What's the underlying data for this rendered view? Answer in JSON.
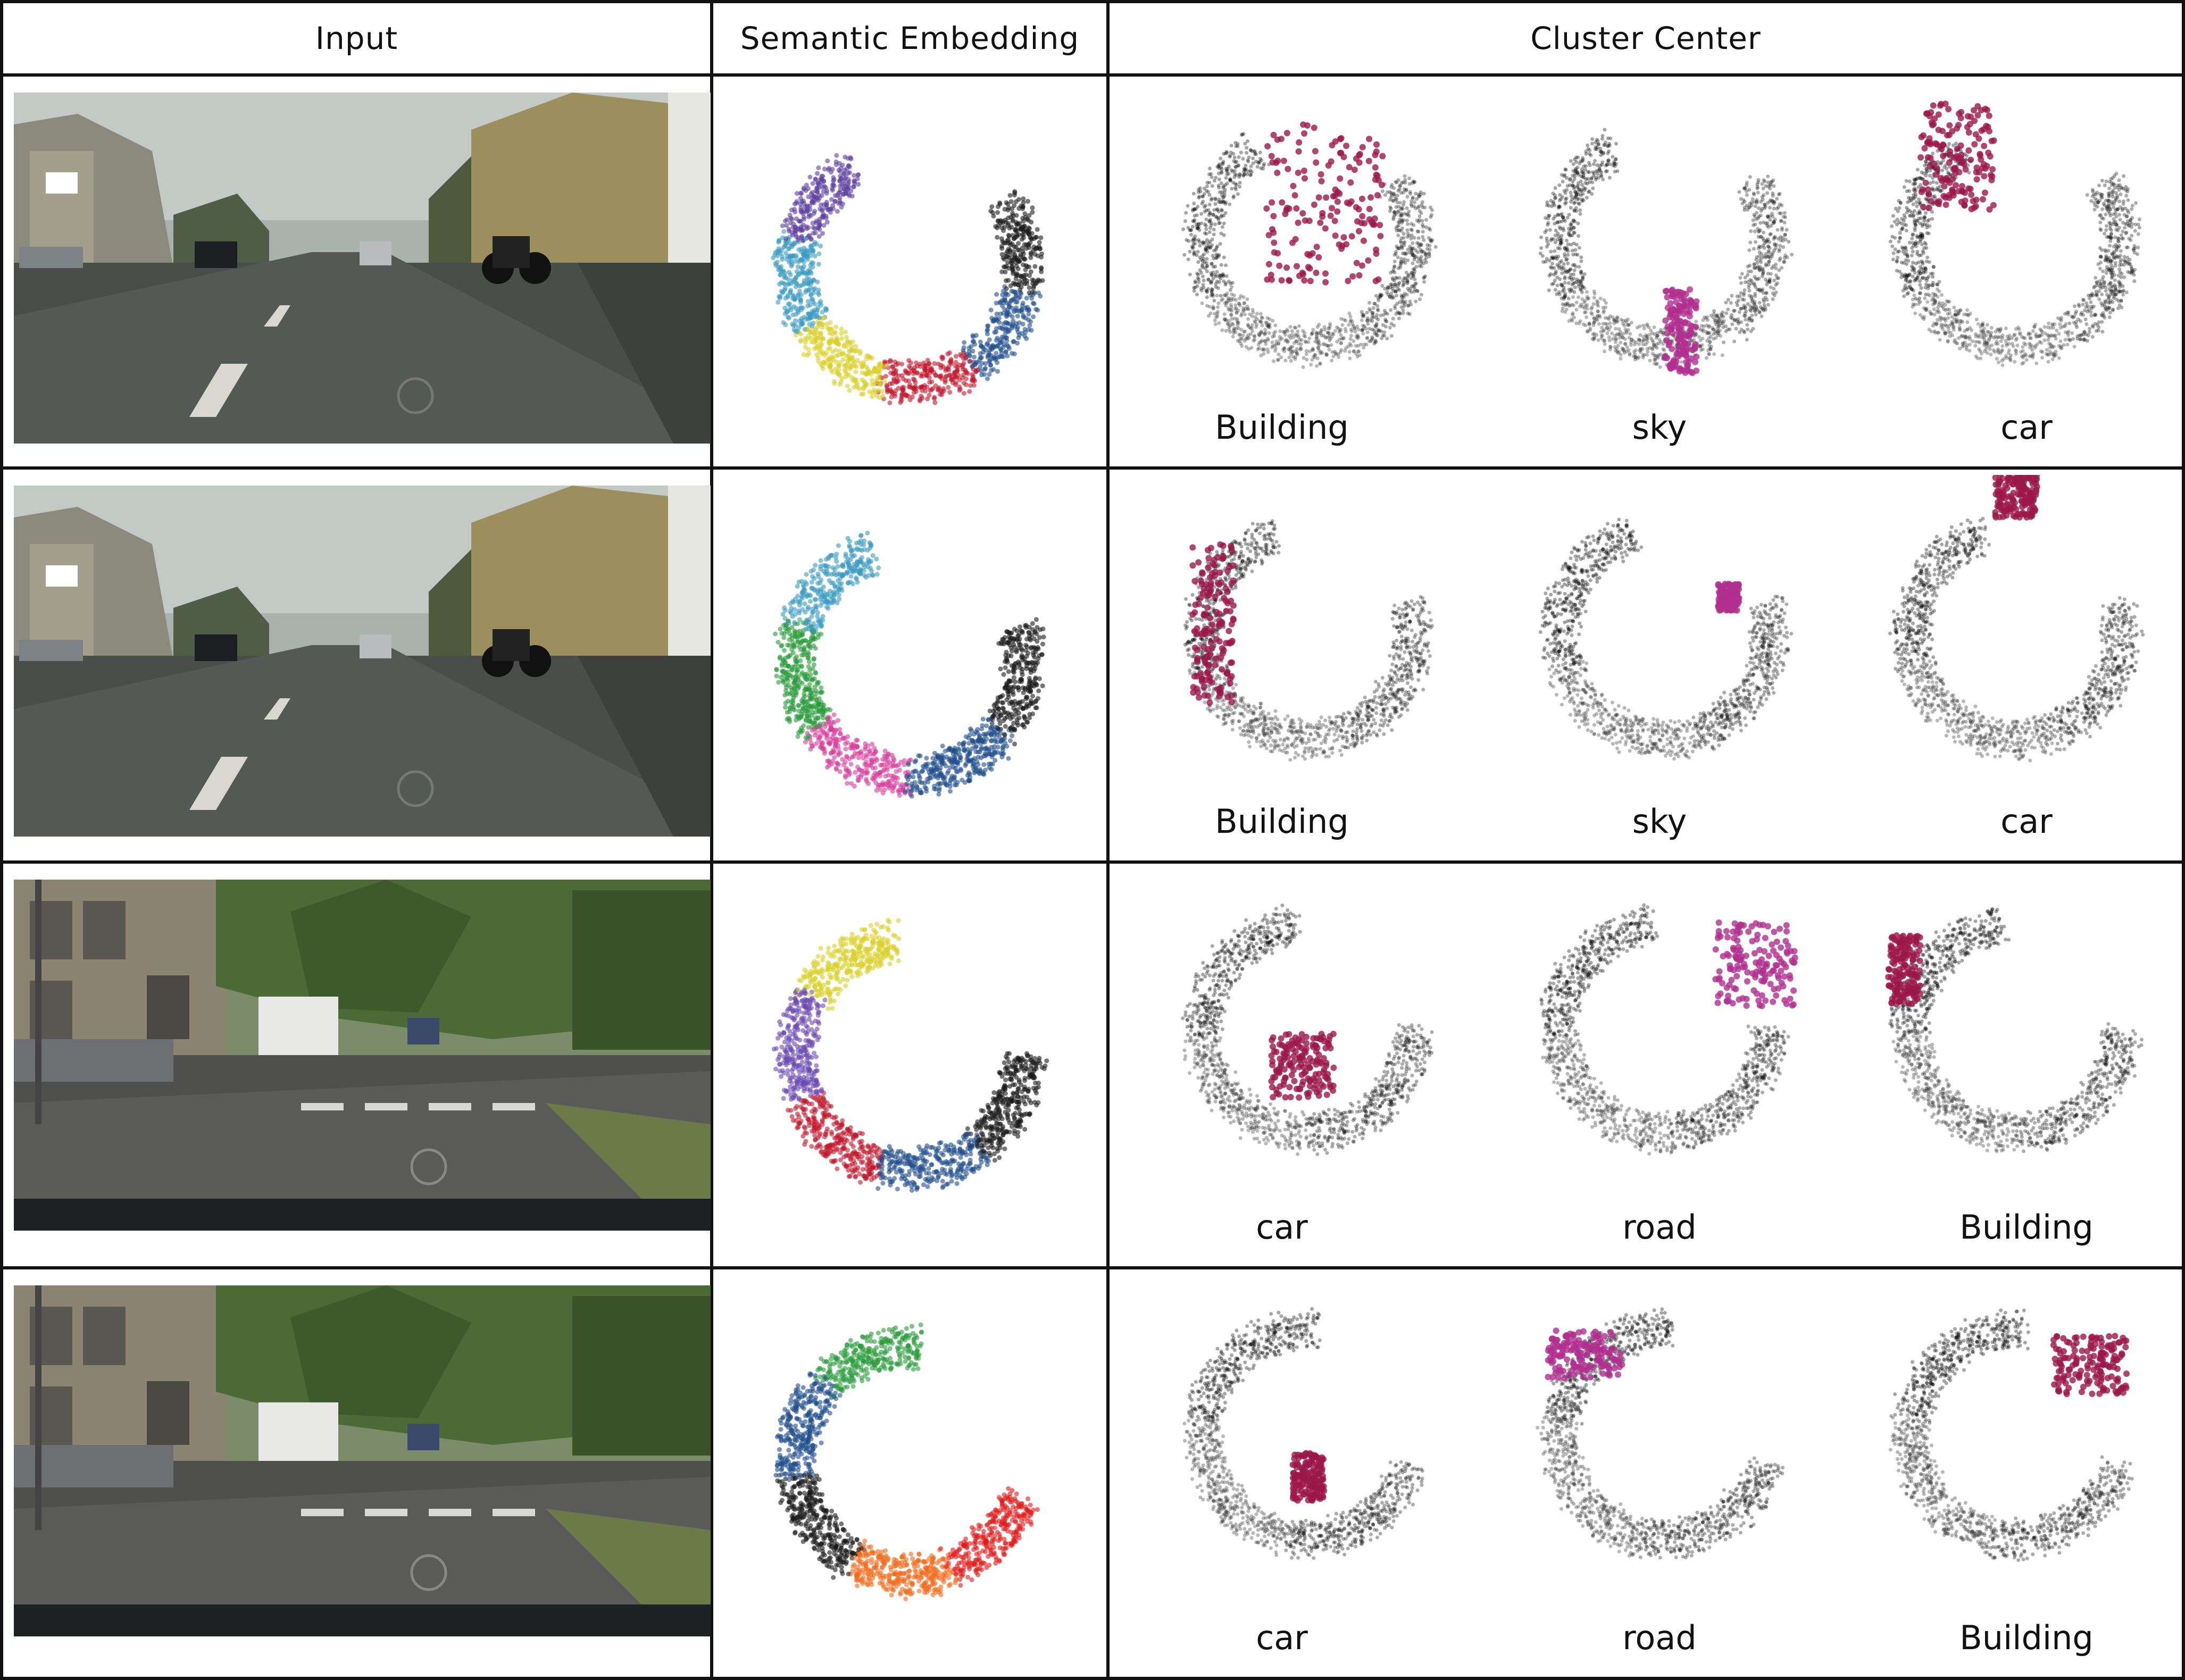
{
  "headers": {
    "input": "Input",
    "semantic": "Semantic Embedding",
    "cluster": "Cluster Center"
  },
  "rows": [
    {
      "scene": "street-hotel",
      "cluster_labels": [
        "Building",
        "sky",
        "car"
      ],
      "embedding_colors": [
        "#1a1a1a",
        "#1f4e8c",
        "#c0182b",
        "#d8d02a",
        "#3a9bbf",
        "#5b3e9e"
      ]
    },
    {
      "scene": "street-hotel",
      "cluster_labels": [
        "Building",
        "sky",
        "car"
      ],
      "embedding_colors": [
        "#1a1a1a",
        "#1f4e8c",
        "#d63c9a",
        "#2a9b3a",
        "#3a9bbf"
      ]
    },
    {
      "scene": "residential-van",
      "cluster_labels": [
        "car",
        "road",
        "Building"
      ],
      "embedding_colors": [
        "#1a1a1a",
        "#1f4e8c",
        "#c0182b",
        "#6a4ab0",
        "#d8d02a"
      ]
    },
    {
      "scene": "residential-van",
      "cluster_labels": [
        "car",
        "road",
        "Building"
      ],
      "embedding_colors": [
        "#e01a1a",
        "#f06a1a",
        "#1a1a1a",
        "#1f4e8c",
        "#2a9b3a"
      ]
    }
  ],
  "highlight_color": "#9b1848",
  "highlight_color_alt": "#b0308f"
}
